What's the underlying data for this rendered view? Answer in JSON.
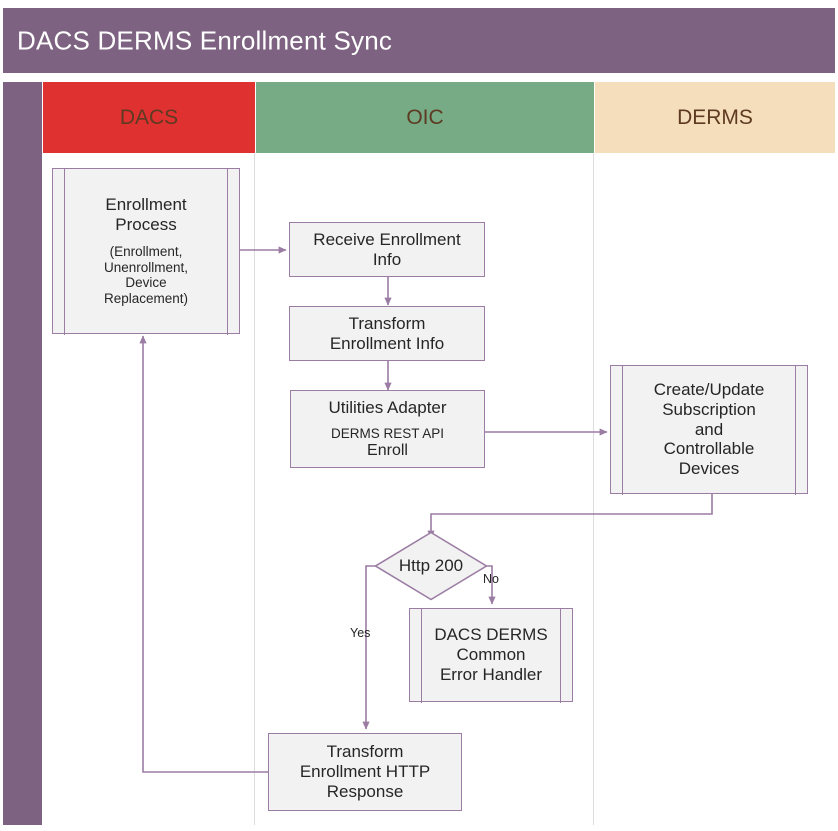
{
  "title": "DACS DERMS Enrollment Sync",
  "colors": {
    "header_purple": "#7d6381",
    "lane_dacs": "#e03131",
    "lane_oic": "#76ab86",
    "lane_derms": "#f5debb",
    "shape_border": "#9b7ca3",
    "shape_fill": "#f2f2f2",
    "connector": "#9b7ca3"
  },
  "lanes": [
    {
      "id": "dacs",
      "label": "DACS"
    },
    {
      "id": "oic",
      "label": "OIC"
    },
    {
      "id": "derms",
      "label": "DERMS"
    }
  ],
  "nodes": {
    "enrollment_process": {
      "type": "subprocess",
      "lane": "dacs",
      "title": "Enrollment",
      "title2": "Process",
      "sub1": "(Enrollment,",
      "sub2": "Unenrollment,",
      "sub3": "Device",
      "sub4": "Replacement)"
    },
    "receive_enrollment_info": {
      "type": "process",
      "lane": "oic",
      "line1": "Receive Enrollment",
      "line2": "Info"
    },
    "transform_enrollment_info": {
      "type": "process",
      "lane": "oic",
      "line1": "Transform",
      "line2": "Enrollment Info"
    },
    "utilities_adapter": {
      "type": "process",
      "lane": "oic",
      "title": "Utilities Adapter",
      "sub1": "DERMS REST API",
      "sub2": "Enroll"
    },
    "create_update_subscription": {
      "type": "subprocess",
      "lane": "derms",
      "line1": "Create/Update",
      "line2": "Subscription",
      "line3": "and",
      "line4": "Controllable",
      "line5": "Devices"
    },
    "http_200_decision": {
      "type": "decision",
      "lane": "oic",
      "label": "Http 200"
    },
    "common_error_handler": {
      "type": "subprocess",
      "lane": "oic",
      "line1": "DACS DERMS",
      "line2": "Common",
      "line3": "Error Handler"
    },
    "transform_http_response": {
      "type": "process",
      "lane": "oic",
      "line1": "Transform",
      "line2": "Enrollment HTTP",
      "line3": "Response"
    }
  },
  "edge_labels": {
    "yes": "Yes",
    "no": "No"
  }
}
